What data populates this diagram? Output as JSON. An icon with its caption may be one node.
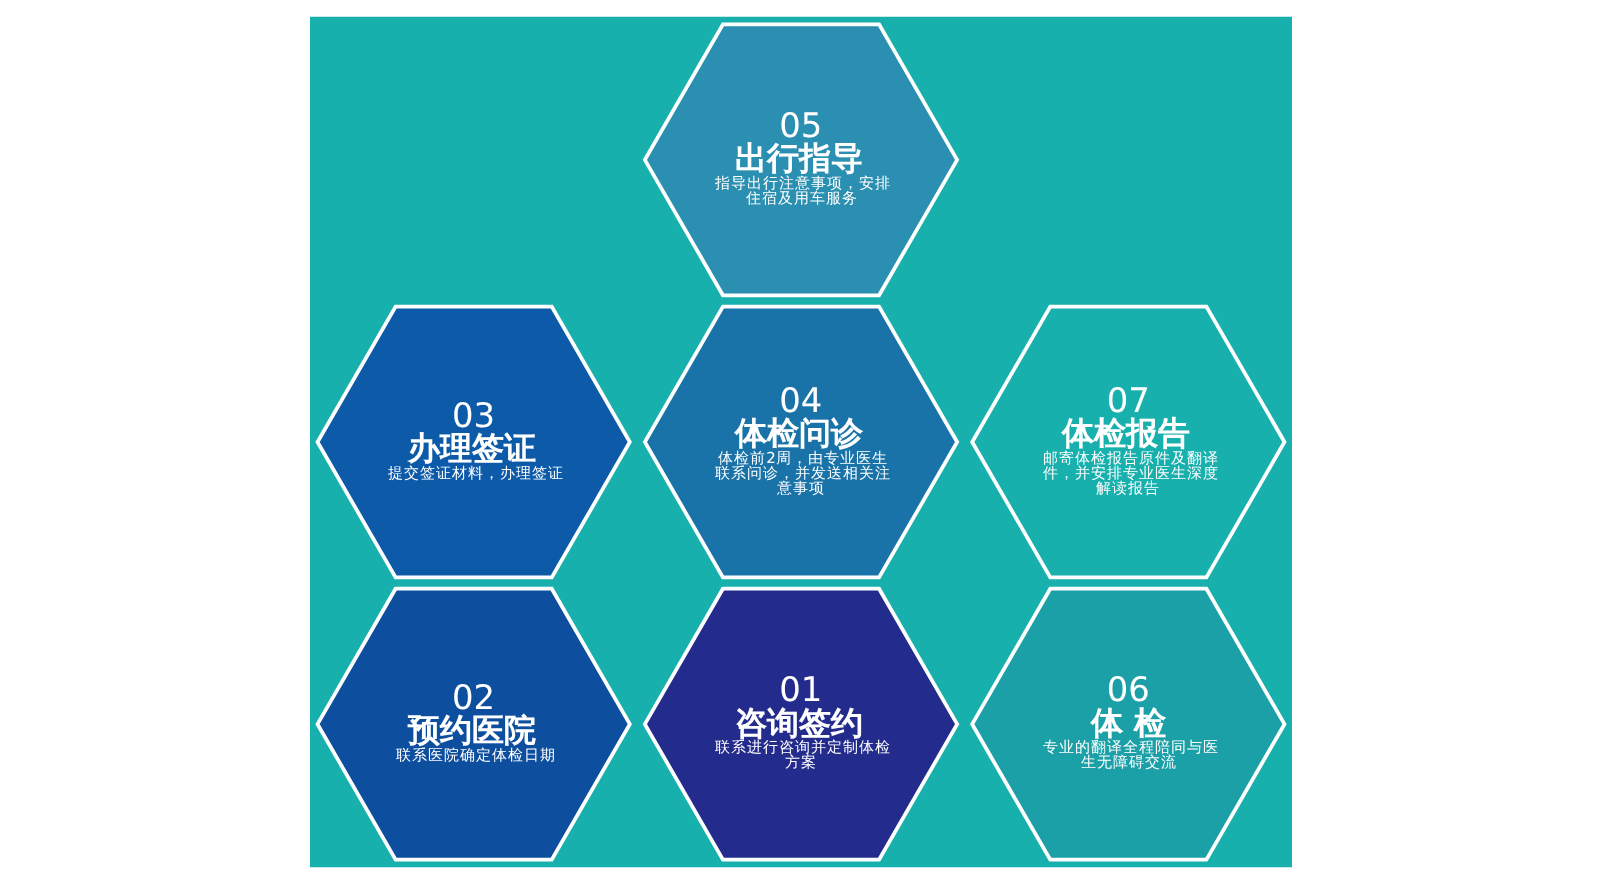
{
  "diagram": {
    "nodes": [
      {
        "text": [
          "01",
          "咨询签约",
          "联系进行咨询并定制体检方案"
        ]
      },
      {
        "text": [
          "02",
          "预约医院",
          "联系医院确定体检日期"
        ]
      },
      {
        "text": [
          "03",
          "办理签证",
          "提交签证材料，办理签证"
        ]
      },
      {
        "text": [
          "04",
          "体检问诊",
          "体检前2周，由专业医生联系问诊，并发送相关注意事项"
        ]
      },
      {
        "text": [
          "05",
          "出行指导",
          "指导出行注意事项，安排住宿及用车服务"
        ]
      },
      {
        "text": [
          "06",
          "体 检",
          "专业的翻译全程陪同与医生无障碍交流"
        ]
      },
      {
        "text": [
          "07",
          "体检报告",
          "邮寄体检报告原件及翻译件，并安排专业医生深度解读报告"
        ]
      }
    ],
    "edges": []
  }
}
